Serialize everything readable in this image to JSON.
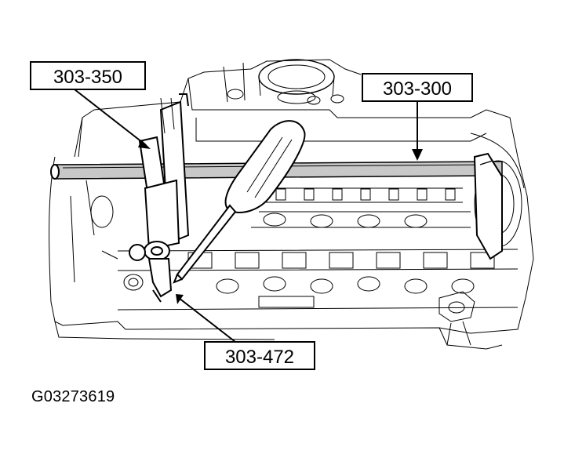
{
  "callouts": {
    "tool_303_350": "303-350",
    "tool_303_300": "303-300",
    "tool_303_472": "303-472"
  },
  "figure_id": "G03273619"
}
